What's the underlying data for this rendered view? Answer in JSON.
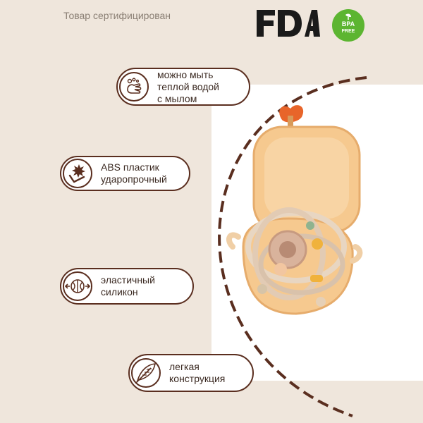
{
  "header": {
    "certified_text": "Товар сертифицирован",
    "fda_logo_text": "FDA",
    "bpa_badge": {
      "line1": "BPA",
      "line2": "FREE",
      "color": "#5cb531"
    }
  },
  "features": [
    {
      "icon": "washing-hands-icon",
      "line1": "можно мыть",
      "line2": "теплой водой",
      "line3": "с мылом"
    },
    {
      "icon": "shield-check-icon",
      "line1": "ABS пластик",
      "line2": "ударопрочный"
    },
    {
      "icon": "stretch-ball-icon",
      "line1": "эластичный",
      "line2": "силикон"
    },
    {
      "icon": "feather-icon",
      "line1": "легкая",
      "line2": "конструкция"
    }
  ],
  "colors": {
    "background": "#efe6dc",
    "accent_dark": "#5a2e1f",
    "case_orange": "#f6c98f",
    "handle_orange": "#e8652a"
  }
}
